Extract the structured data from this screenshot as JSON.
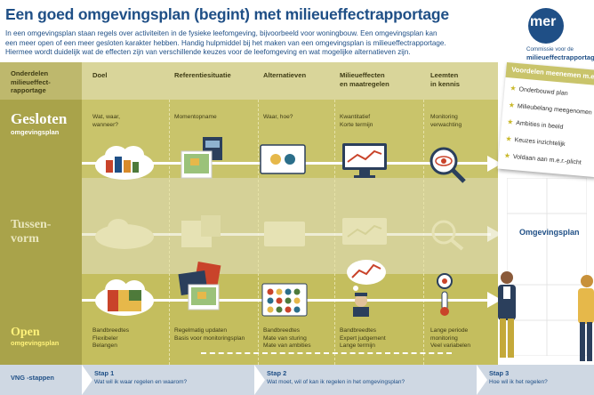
{
  "header": {
    "title": "Een goed omgevingsplan (begint) met milieueffectrapportage",
    "intro_lines": [
      "In een omgevingsplan staan regels over activiteiten in de fysieke leefomgeving, bijvoorbeeld voor woningbouw. Een omgevingsplan kan",
      "een meer open of een meer gesloten karakter hebben. Handig hulpmiddel bij het maken van een omgevingsplan is milieueffectrapportage.",
      "Hiermee wordt duidelijk wat de effecten zijn van verschillende keuzes voor de leefomgeving en wat mogelijke alternatieven zijn."
    ]
  },
  "logo": {
    "mark": "mer",
    "sub1": "Commissie voor de",
    "sub2": "milieueffectrapportage"
  },
  "columns": {
    "onderdelen": [
      "Onderdelen",
      "milieueffect-",
      "rapportage"
    ],
    "doel": "Doel",
    "referentie": "Referentiesituatie",
    "alternatieven": "Alternatieven",
    "milieu": [
      "Milieueffecten",
      "en maatregelen"
    ],
    "leemten": [
      "Leemten",
      "in kennis"
    ]
  },
  "rows": {
    "gesloten": {
      "title": "Gesloten",
      "sub": "omgevingsplan",
      "doel": [
        "Wat, waar,",
        "wanneer?"
      ],
      "referentie": [
        "Momentopname"
      ],
      "alternatieven": [
        "Waar, hoe?"
      ],
      "milieu": [
        "Kwantitatief",
        "Korte termijn"
      ],
      "leemten": [
        "Monitoring",
        "verwachting"
      ]
    },
    "tussen": {
      "title": "Tussen-",
      "title2": "vorm"
    },
    "open": {
      "title": "Open",
      "sub": "omgevingsplan",
      "doel": [
        "Bandbreedtes",
        "Flexibeler",
        "Belangen"
      ],
      "referentie": [
        "Regelmatig updaten",
        "Basis voor monitoringsplan"
      ],
      "alternatieven": [
        "Bandbreedtes",
        "Mate van sturing",
        "Mate van ambities"
      ],
      "milieu": [
        "Bandbreedtes",
        "Expert judgement",
        "Lange termijn"
      ],
      "leemten": [
        "Lange periode",
        "monitoring",
        "Veel variabelen"
      ]
    }
  },
  "advantages": {
    "title": "Voordelen meenemen m.e.r.",
    "items": [
      "Onderbouwd plan",
      "Milieubelang meegenomen",
      "Ambities in beeld",
      "Keuzes inzichtelijk",
      "Voldaan aan m.e.r.-plicht"
    ]
  },
  "result": {
    "label": "Omgevingsplan"
  },
  "vng": {
    "label": "VNG -stappen",
    "steps": [
      {
        "title": "Stap 1",
        "text": "Wat wil ik waar regelen en waarom?"
      },
      {
        "title": "Stap 2",
        "text": "Wat moet, wil of kan ik regelen in het omgevingsplan?"
      },
      {
        "title": "Stap 3",
        "text": "Hoe wil ik het regelen?"
      }
    ]
  },
  "colors": {
    "navy": "#1f4f86",
    "olive": "#c9c46b",
    "olive_dark": "#a9a34a",
    "yellow_star": "#c9b82a"
  }
}
